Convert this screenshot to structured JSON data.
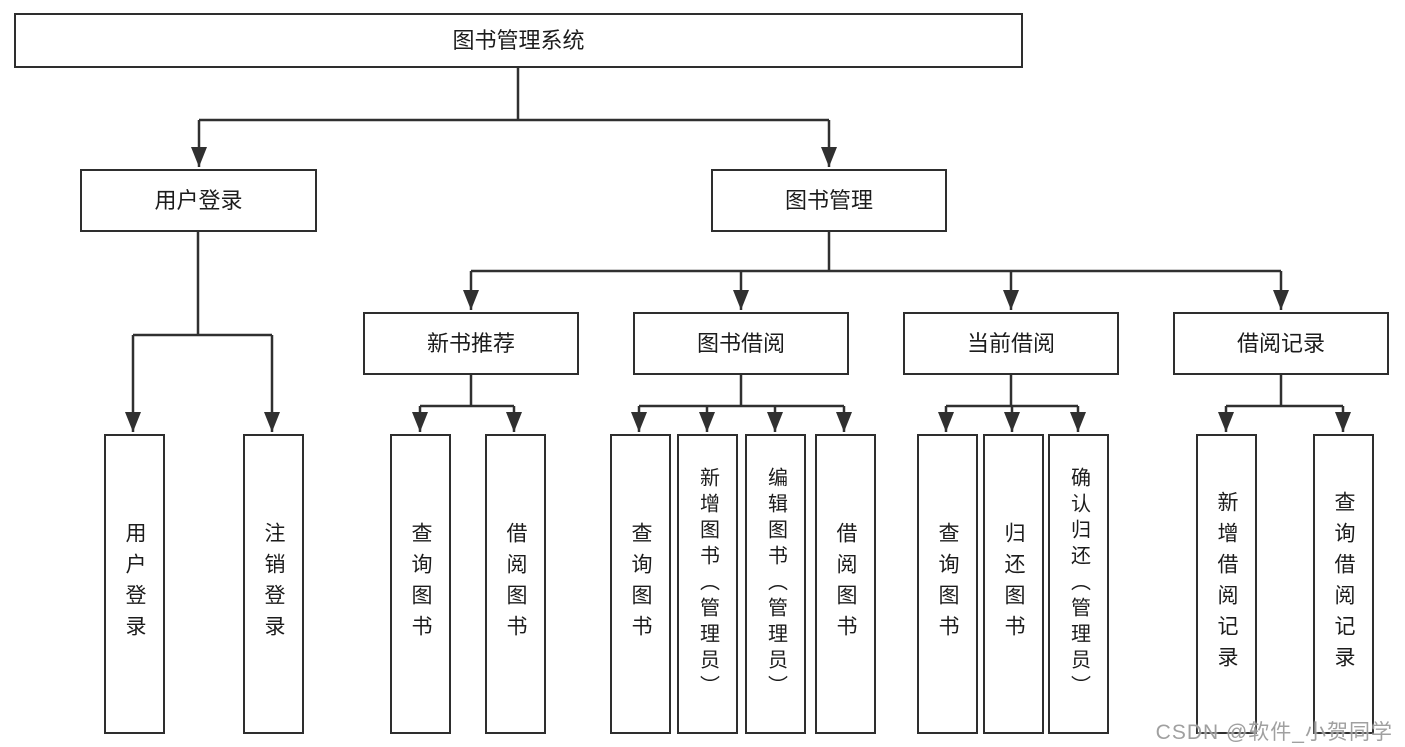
{
  "diagram": {
    "kind": "hierarchy-tree",
    "title": "图书管理系统"
  },
  "tree": {
    "label": "图书管理系统",
    "children": [
      {
        "label": "用户登录",
        "children": [
          {
            "label": "用户登录"
          },
          {
            "label": "注销登录"
          }
        ]
      },
      {
        "label": "图书管理",
        "children": [
          {
            "label": "新书推荐",
            "children": [
              {
                "label": "查询图书"
              },
              {
                "label": "借阅图书"
              }
            ]
          },
          {
            "label": "图书借阅",
            "children": [
              {
                "label": "查询图书"
              },
              {
                "label": "新增图书（管理员）"
              },
              {
                "label": "编辑图书（管理员）"
              },
              {
                "label": "借阅图书"
              }
            ]
          },
          {
            "label": "当前借阅",
            "children": [
              {
                "label": "查询图书"
              },
              {
                "label": "归还图书"
              },
              {
                "label": "确认归还（管理员）"
              }
            ]
          },
          {
            "label": "借阅记录",
            "children": [
              {
                "label": "新增借阅记录"
              },
              {
                "label": "查询借阅记录"
              }
            ]
          }
        ]
      }
    ]
  },
  "watermark": {
    "text": "CSDN @软件_小贺同学"
  },
  "colors": {
    "line": "#303030",
    "box_border": "#2e2e2e",
    "text": "#1c1c1c",
    "background": "#ffffff",
    "watermark": "#989898"
  }
}
